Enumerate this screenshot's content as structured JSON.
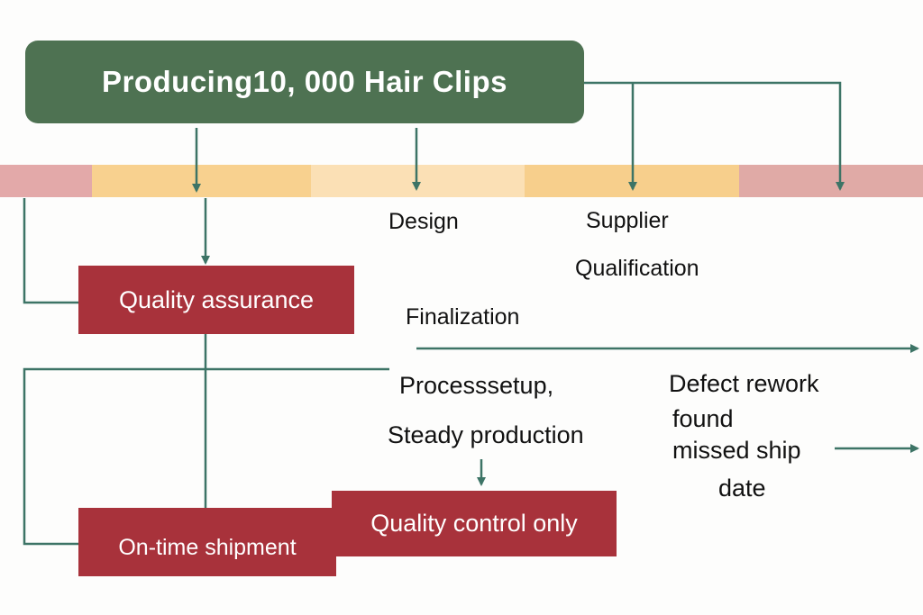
{
  "title": "Producing10, 000 Hair Clips",
  "band_colors": [
    "#e3a9a9",
    "#f8d18f",
    "#fbe0b5",
    "#f7cf8c",
    "#e0aaa6"
  ],
  "colors": {
    "title_bg": "#4e7252",
    "box_red": "#a8323b",
    "line": "#3d7466"
  },
  "boxes": {
    "quality_assurance": "Quality assurance",
    "on_time_shipment": "On-time shipment",
    "quality_control_only": "Quality control only"
  },
  "labels": {
    "design": "Design",
    "supplier": "Supplier",
    "qualification": "Qualification",
    "finalization": "Finalization",
    "process_setup": "Processsetup,",
    "steady_production": "Steady production",
    "defect_rework": "Defect rework",
    "found": "found",
    "missed_ship": "missed ship",
    "date": "date"
  }
}
